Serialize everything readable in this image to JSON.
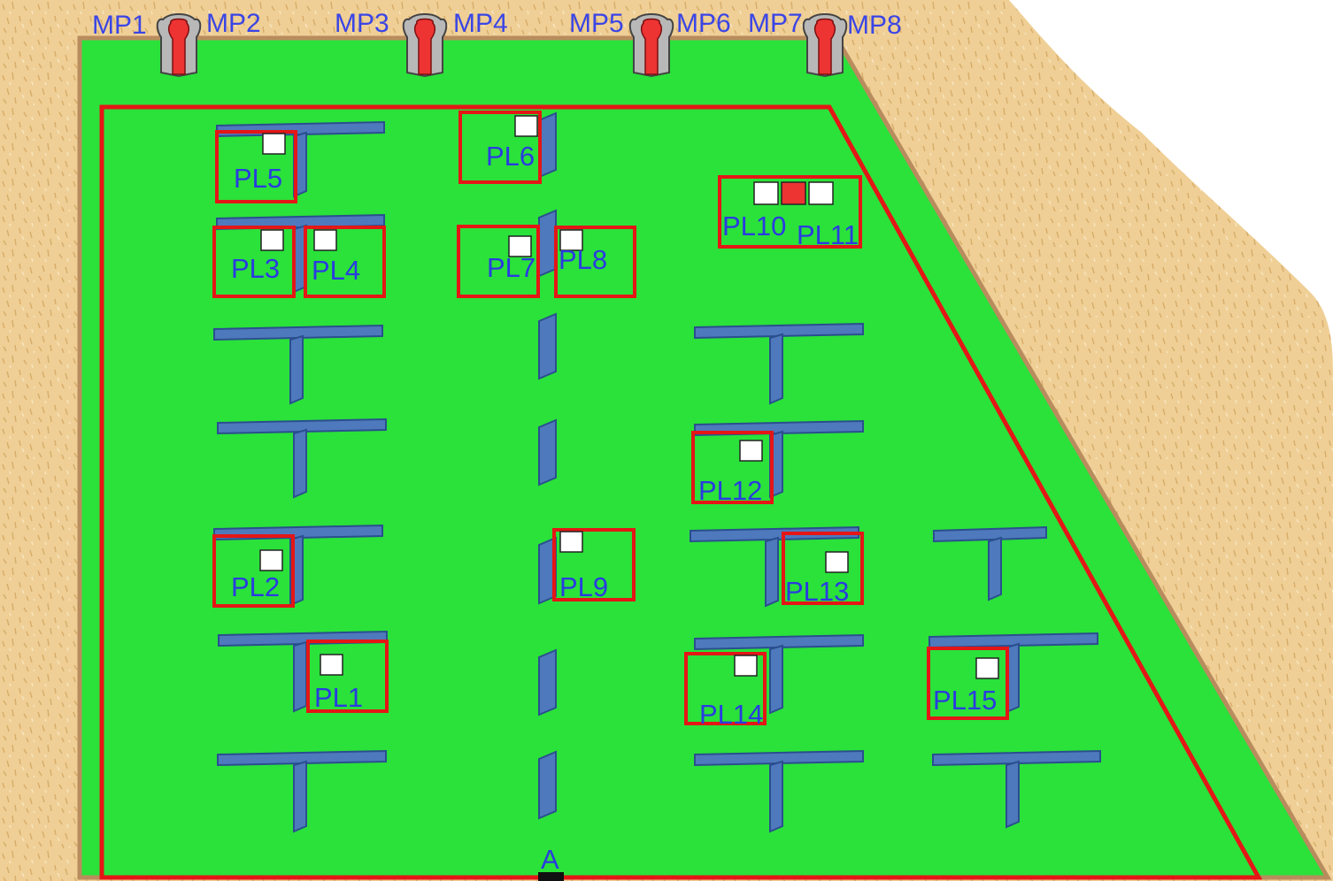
{
  "pole_labels": [
    "MP1",
    "MP2",
    "MP3",
    "MP4",
    "MP5",
    "MP6",
    "MP7",
    "MP8"
  ],
  "entrance_label": "A",
  "plots": [
    {
      "id": "pl5",
      "label": "PL5"
    },
    {
      "id": "pl6",
      "label": "PL6"
    },
    {
      "id": "pl10",
      "label": "PL10"
    },
    {
      "id": "pl11",
      "label": "PL11"
    },
    {
      "id": "pl3",
      "label": "PL3"
    },
    {
      "id": "pl4",
      "label": "PL4"
    },
    {
      "id": "pl7",
      "label": "PL7"
    },
    {
      "id": "pl8",
      "label": "PL8"
    },
    {
      "id": "pl12",
      "label": "PL12"
    },
    {
      "id": "pl2",
      "label": "PL2"
    },
    {
      "id": "pl9",
      "label": "PL9"
    },
    {
      "id": "pl13",
      "label": "PL13"
    },
    {
      "id": "pl1",
      "label": "PL1"
    },
    {
      "id": "pl14",
      "label": "PL14"
    },
    {
      "id": "pl15",
      "label": "PL15"
    }
  ],
  "colors": {
    "field": "#2ae23a",
    "sand": "#ecc98e",
    "boundary": "#e41616",
    "structure": "#4f79bd",
    "structure_edge": "#2a4f8e",
    "label": "#2a3be0",
    "marker_red": "#ee3333"
  }
}
